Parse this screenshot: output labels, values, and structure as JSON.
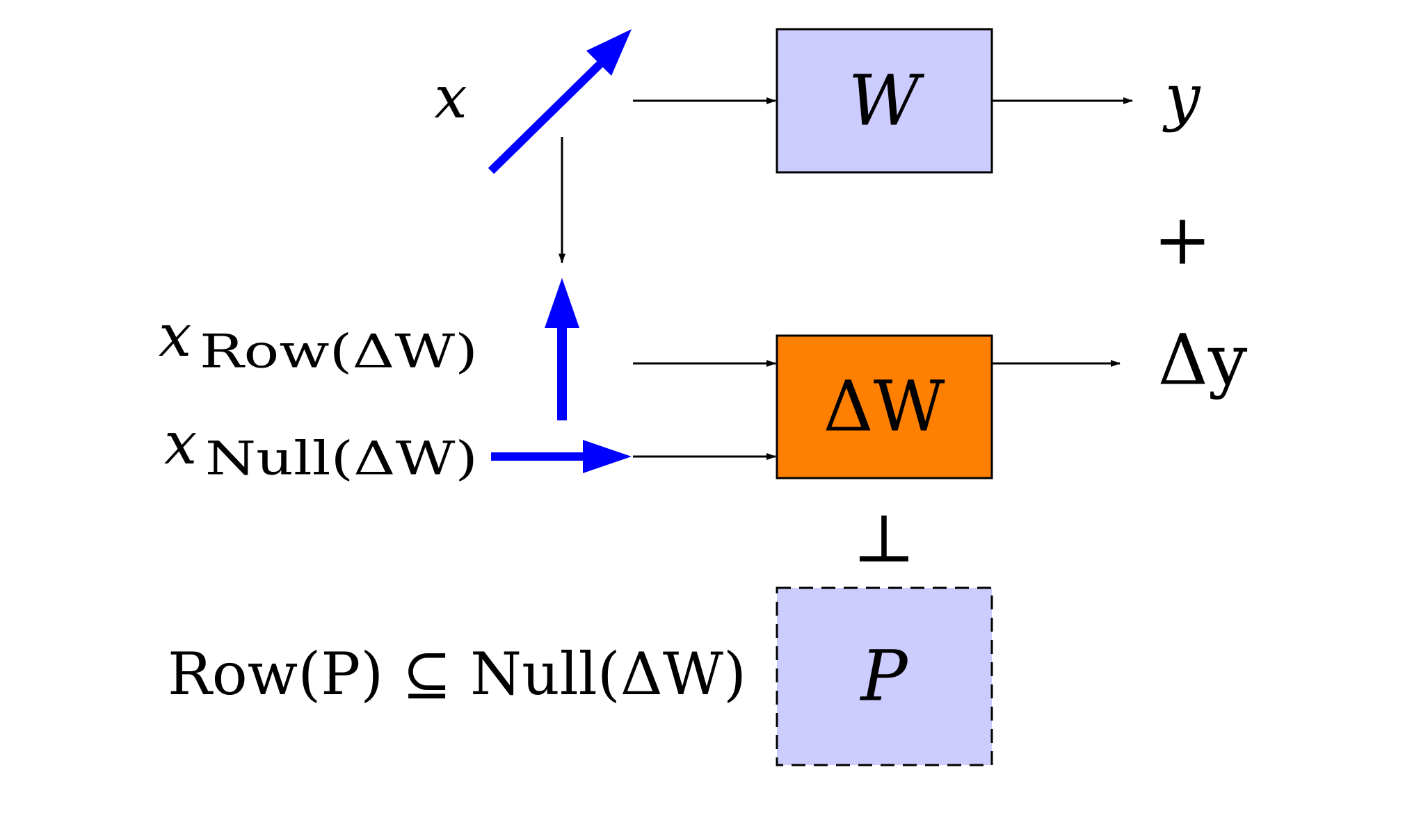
{
  "colors": {
    "w_box_fill": "#ccccff",
    "delta_w_box_fill": "#ff8000",
    "p_box_fill": "#ccccff",
    "stroke": "#000000",
    "vector_blue": "#0000ff",
    "background": "#ffffff"
  },
  "labels": {
    "x": "x",
    "x_row_base": "x",
    "x_row_sub": "Row(ΔW)",
    "x_null_base": "x",
    "x_null_sub": "Null(ΔW)",
    "y": "y",
    "plus": "+",
    "delta_y": "Δy",
    "perp": "⊥",
    "row_p_subset": "Row(P) ⊆ Null(ΔW)"
  },
  "boxes": {
    "w": {
      "label": "W",
      "border": "solid"
    },
    "delta_w": {
      "label": "ΔW",
      "border": "solid"
    },
    "p": {
      "label": "P",
      "border": "dashed"
    }
  }
}
